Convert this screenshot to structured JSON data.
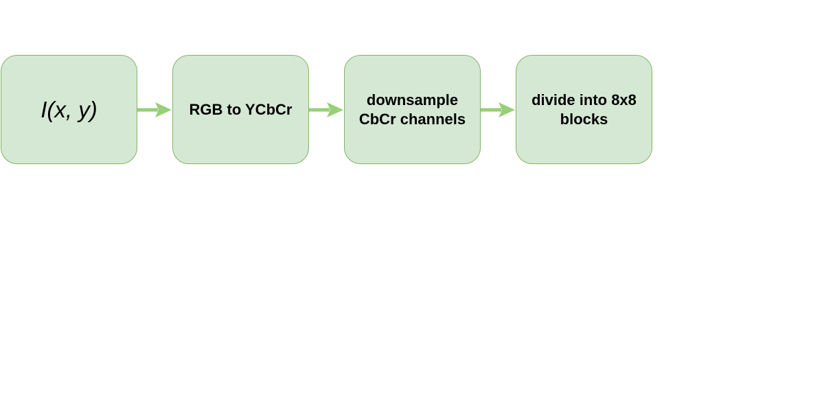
{
  "diagram": {
    "nodes": [
      {
        "label": "I(x, y)"
      },
      {
        "label": "RGB to YCbCr"
      },
      {
        "label": "downsample CbCr channels"
      },
      {
        "label": "divide into 8x8 blocks"
      }
    ],
    "edges": [
      {
        "from": 0,
        "to": 1
      },
      {
        "from": 1,
        "to": 2
      },
      {
        "from": 2,
        "to": 3
      }
    ],
    "colors": {
      "node_fill": "#d5e8d4",
      "node_border": "#82b366",
      "arrow": "#97d077"
    }
  }
}
